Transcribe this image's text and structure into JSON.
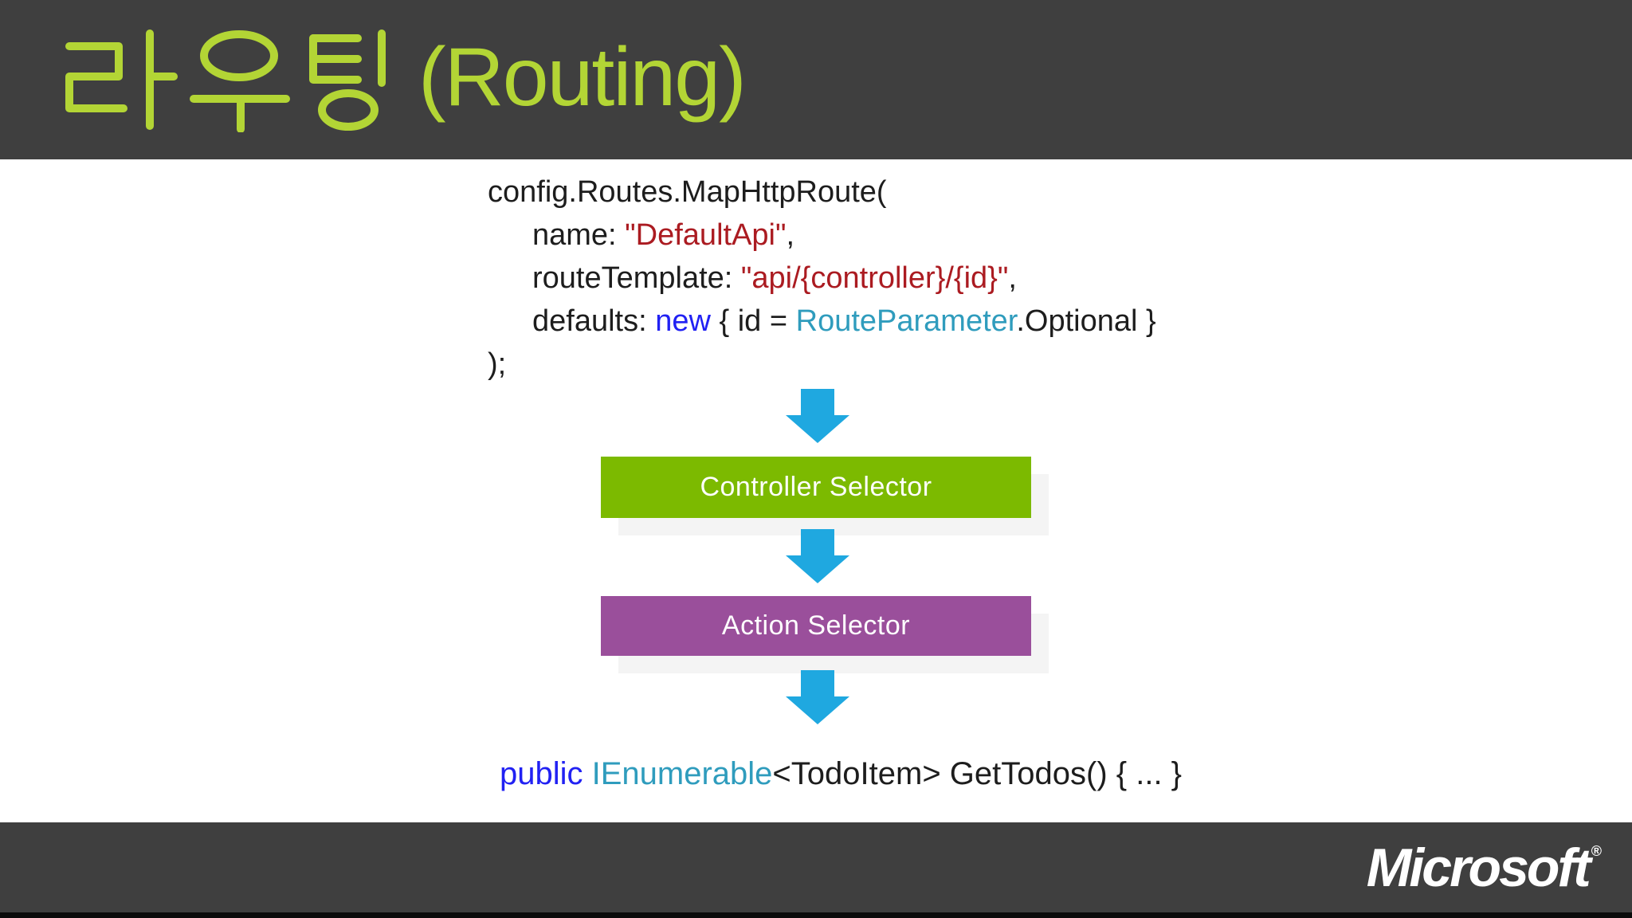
{
  "header": {
    "title_korean": "라우팅",
    "title_latin": "(Routing)"
  },
  "code_block": {
    "line1": "config.Routes.MapHttpRoute(",
    "line2": {
      "label": "name: ",
      "value": "\"DefaultApi\"",
      "suffix": ","
    },
    "line3": {
      "label": "routeTemplate: ",
      "value": "\"api/{controller}/{id}\"",
      "suffix": ","
    },
    "line4": {
      "label": "defaults: ",
      "keyword": "new",
      "mid": " { id = ",
      "type": "RouteParameter",
      "suffix": ".Optional }"
    },
    "line5": ");"
  },
  "flow": {
    "controller_box_label": "Controller Selector",
    "action_box_label": "Action Selector"
  },
  "signature": {
    "keyword": "public ",
    "type": "IEnumerable",
    "generic": "<TodoItem>",
    "rest": " GetTodos() { ... }"
  },
  "footer": {
    "logo": "Microsoft",
    "registered": "®"
  },
  "colors": {
    "band": "#3f3f3f",
    "title": "#b3d535",
    "code_string": "#ab1b21",
    "code_keyword": "#2121f3",
    "code_type": "#2f9cbd",
    "box_green": "#7cba00",
    "box_purple": "#9a4f9b",
    "arrow_blue": "#1fa8e0"
  }
}
